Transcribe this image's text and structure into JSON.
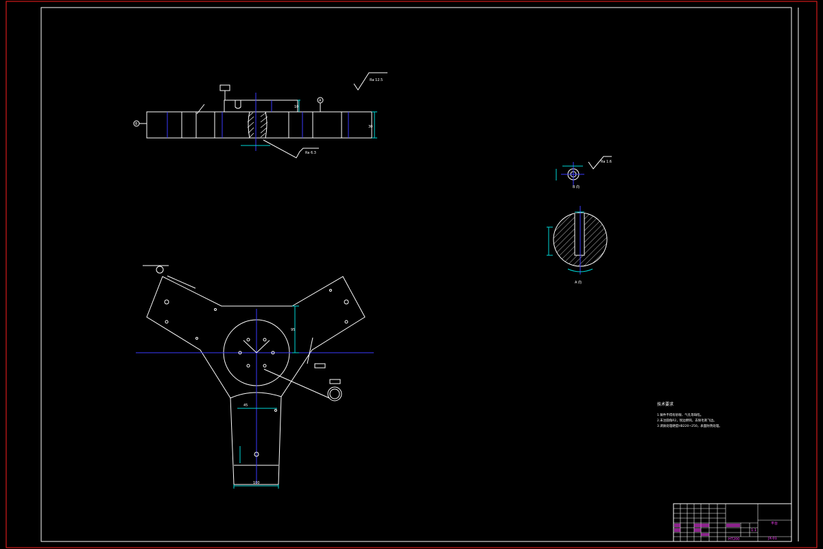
{
  "colors": {
    "background": "#000000",
    "outer_border": "#ff2020",
    "object_line": "#ffffff",
    "center_line": "#3a3aff",
    "dimension_line": "#00d7d7",
    "title_text": "#ff40ff"
  },
  "front_view": {
    "roughness_main": "Ra 12.5",
    "roughness_hole": "Ra 6.3",
    "datum_a": "A",
    "datum_b": "B",
    "dim_height": "30",
    "dim_step": "10"
  },
  "plan_view": {
    "dim_vertical": "95",
    "dim_bottom": "100",
    "dim_arm": "45"
  },
  "detail_small": {
    "roughness": "Ra 1.6",
    "caption": "B 向"
  },
  "section_view": {
    "caption": "A 向"
  },
  "notes": {
    "title": "技术要求",
    "lines": [
      "1.铸件不得有砂眼、气孔等缺陷。",
      "2.未注圆角R2，锐边倒钝，去除毛刺飞边。",
      "3.调质处理硬度HB220~250，表面防锈处理。"
    ]
  },
  "title_block": {
    "part_name": "平台",
    "drawing_no": "JX-01",
    "scale": "1:1",
    "material": "HT200"
  }
}
